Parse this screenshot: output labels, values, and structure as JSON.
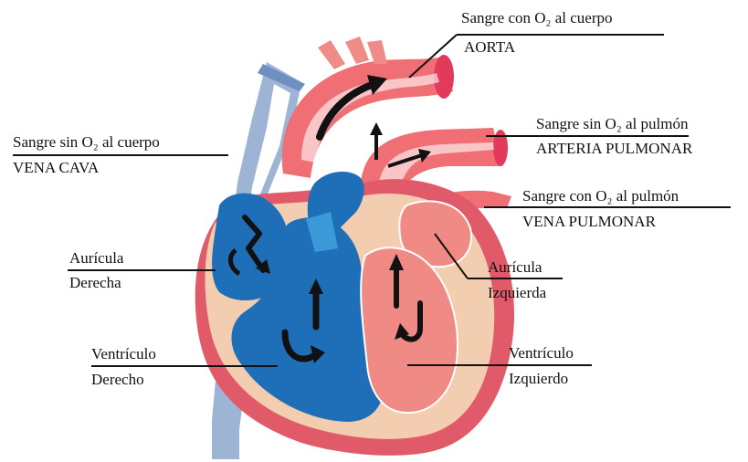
{
  "labels": {
    "aorta": {
      "line1": "Sangre con O₂ al cuerpo",
      "line2": "AORTA"
    },
    "pulmonary_artery": {
      "line1": "Sangre sin O₂ al pulmón",
      "line2": "ARTERIA PULMONAR"
    },
    "pulmonary_vein": {
      "line1": "Sangre con O₂ al pulmón",
      "line2": "VENA PULMONAR"
    },
    "vena_cava": {
      "line1": "Sangre sin O₂ al cuerpo",
      "line2": "VENA CAVA"
    },
    "right_atrium": {
      "line1": "Aurícula",
      "line2": "Derecha"
    },
    "left_atrium": {
      "line1": "Aurícula",
      "line2": "Izquierda"
    },
    "right_ventricle": {
      "line1": "Ventrículo",
      "line2": "Derecho"
    },
    "left_ventricle": {
      "line1": "Ventrículo",
      "line2": "Izquierdo"
    }
  },
  "colors": {
    "deoxygenated": "#1f6fb8",
    "oxygenated": "#f08a84",
    "vein": "#9db4d4",
    "muscle": "#f3cdb0",
    "outer": "#e05a6a",
    "arrow": "#111111"
  }
}
